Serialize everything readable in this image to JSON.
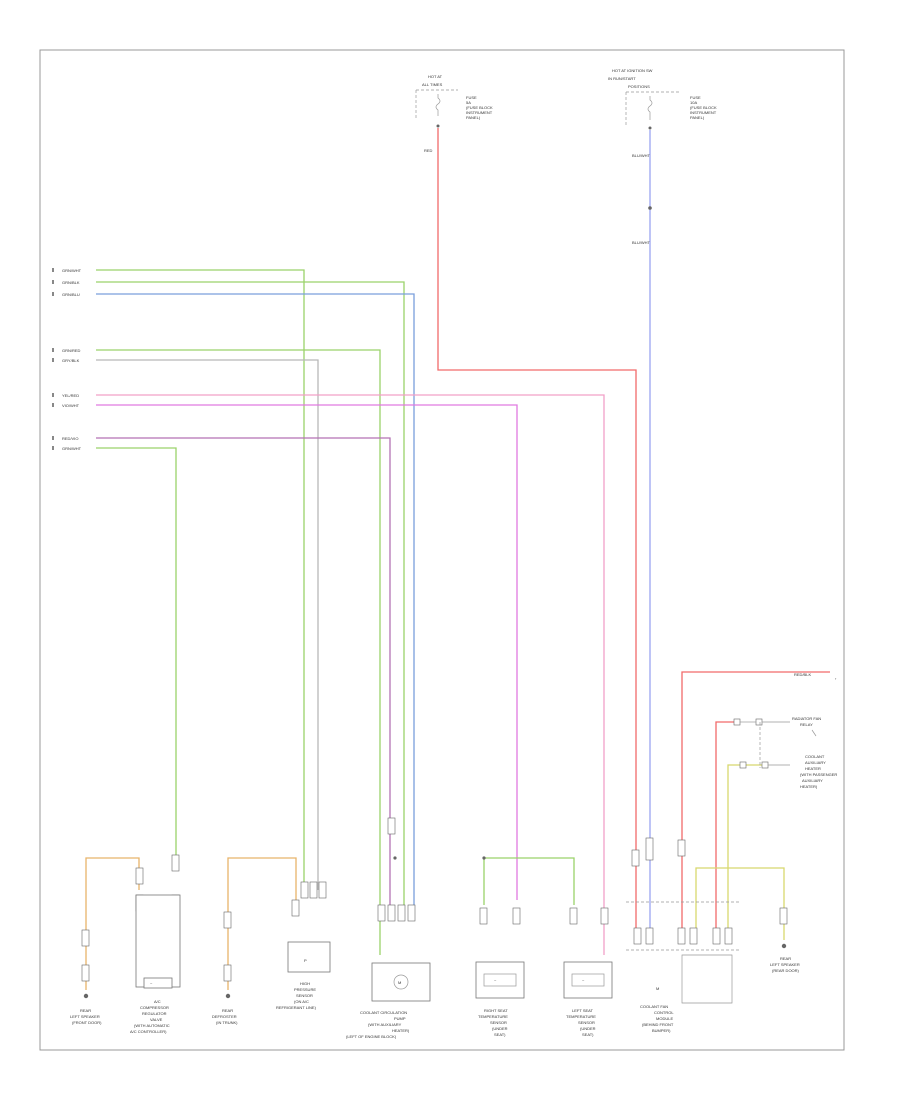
{
  "colors": {
    "red": "#f26a6a",
    "green": "#9ad26a",
    "blue": "#7a9fdc",
    "gray": "#b8b8b8",
    "pink": "#f2a0c8",
    "magenta": "#e07ae0",
    "purple": "#b472b4",
    "orange": "#e8b36a",
    "yellow": "#d8d86e",
    "lightblue": "#9aa4f2",
    "lightpink": "#f6cfe0",
    "frame": "#999999",
    "text": "#333333"
  },
  "page_ref": "",
  "labels": {
    "wire_group_1": [
      "GRN/WHT",
      "GRN/BLK",
      "GRN/BLU"
    ],
    "wire_group_2": [
      "GRN/RED",
      "GRY/BLK"
    ],
    "wire_group_3": [
      "YEL/RED",
      "VIO/WHT"
    ],
    "wire_group_4": [
      "RED/VIO",
      "GRN/WHT"
    ],
    "power_left_title": [
      "HOT AT",
      "ALL TIMES"
    ],
    "power_left_fuse": [
      "FUSE",
      "5A",
      "(FUSE BLOCK",
      "INSTRUMENT",
      "PANEL)"
    ],
    "power_left_wire": "RED",
    "power_right_title": [
      "HOT AT IGNITION SW",
      "IN RUN/START",
      "POSITIONS"
    ],
    "power_right_fuse": [
      "FUSE",
      "10A",
      "(FUSE BLOCK",
      "INSTRUMENT",
      "PANEL)"
    ],
    "power_right_wire_1": "BLU/WHT",
    "power_right_wire_2": "BLU/WHT",
    "right_red_wire": "RED/BLK",
    "relay_label": [
      "RADIATOR FAN",
      "RELAY"
    ],
    "aux_heater_label": [
      "COOLANT",
      "AUXILIARY",
      "HEATER",
      "(WITH PASSENGER",
      "AUXILIARY",
      "HEATER)"
    ],
    "components": [
      {
        "id": "c1",
        "lines": [
          "REAR",
          "LEFT SPEAKER",
          "(FRONT DOOR)"
        ]
      },
      {
        "id": "c2",
        "lines": [
          "A/C",
          "COMPRESSOR",
          "REGULATOR",
          "VALVE",
          "(WITH AUTOMATIC",
          "A/C CONTROLLER)"
        ]
      },
      {
        "id": "c3",
        "lines": [
          "REAR",
          "DEFROSTER",
          "(IN TRUNK)"
        ]
      },
      {
        "id": "c4",
        "lines": [
          "HIGH",
          "PRESSURE",
          "SENSOR",
          "(ON A/C",
          "REFRIGERANT LINE)"
        ]
      },
      {
        "id": "c5",
        "lines": [
          "COOLANT CIRCULATION",
          "PUMP",
          "(WITH AUXILIARY",
          "HEATER)",
          "(LEFT OF ENGINE BLOCK)"
        ]
      },
      {
        "id": "c6",
        "lines": [
          "RIGHT SEAT",
          "TEMPERATURE",
          "SENSOR",
          "(UNDER",
          "SEAT)"
        ]
      },
      {
        "id": "c7",
        "lines": [
          "LEFT SEAT",
          "TEMPERATURE",
          "SENSOR",
          "(UNDER",
          "SEAT)"
        ]
      },
      {
        "id": "c8",
        "lines": [
          "COOLANT FAN",
          "CONTROL",
          "MODULE",
          "(BEHIND FRONT",
          "BUMPER)"
        ]
      },
      {
        "id": "c9",
        "lines": [
          "REAR",
          "LEFT SPEAKER",
          "(REAR DOOR)"
        ]
      }
    ]
  }
}
